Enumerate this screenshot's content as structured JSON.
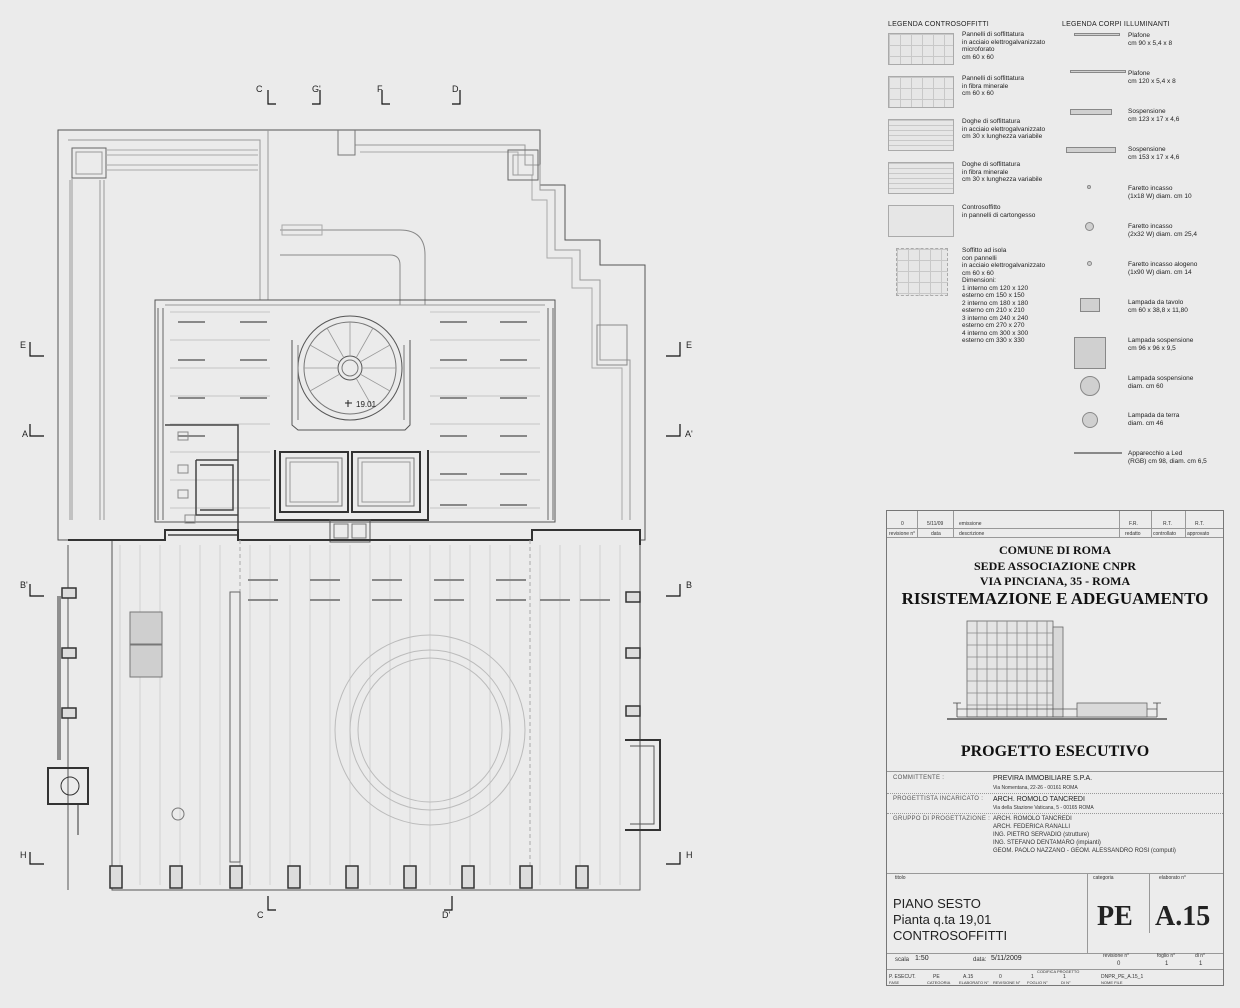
{
  "section_markers": {
    "top": [
      "C",
      "G'",
      "F",
      "D"
    ],
    "bottom": [
      "C",
      "D'"
    ],
    "left": [
      "E",
      "A",
      "B'",
      "H"
    ],
    "right": [
      "E",
      "A'",
      "B",
      "H"
    ]
  },
  "plan": {
    "level_label": "19.01"
  },
  "legend_ceilings": {
    "title": "LEGENDA CONTROSOFFITTI",
    "items": [
      {
        "text": "Pannelli di soffittatura\nin acciaio elettrogalvanizzato\nmicroforato\ncm 60 x 60"
      },
      {
        "text": "Pannelli di soffittatura\nin fibra minerale\ncm 60 x 60"
      },
      {
        "text": "Doghe di soffittatura\nin acciaio elettrogalvanizzato\ncm 30 x lunghezza variabile"
      },
      {
        "text": "Doghe di soffittatura\nin fibra minerale\ncm 30 x lunghezza variabile"
      },
      {
        "text": "Controsoffitto\nin pannelli di cartongesso"
      },
      {
        "text": "Soffitto ad isola\ncon pannelli\nin acciaio elettrogalvanizzato\ncm 60 x 60\nDimensioni:\n1   interno cm 120 x 120\n     esterno cm 150 x 150\n2   interno cm 180 x 180\n     esterno cm 210 x 210\n3   interno cm 240 x 240\n     esterno cm 270 x 270\n4   interno cm 300 x 300\n     esterno cm 330 x 330"
      }
    ]
  },
  "legend_lights": {
    "title": "LEGENDA CORPI ILLUMINANTI",
    "items": [
      {
        "text": "Plafone\ncm 90 x 5,4 x 8"
      },
      {
        "text": "Plafone\ncm 120 x 5,4 x 8"
      },
      {
        "text": "Sospensione\ncm 123 x 17 x 4,6"
      },
      {
        "text": "Sospensione\ncm 153 x 17 x 4,6"
      },
      {
        "text": "Faretto incasso\n(1x18 W) diam. cm 10"
      },
      {
        "text": "Faretto incasso\n(2x32 W) diam. cm 25,4"
      },
      {
        "text": "Faretto incasso alogeno\n(1x90 W) diam. cm 14"
      },
      {
        "text": "Lampada da tavolo\ncm 60 x 38,8 x 11,80"
      },
      {
        "text": "Lampada sospensione\ncm 96 x 96 x 9,5"
      },
      {
        "text": "Lampada sospensione\ndiam. cm 60"
      },
      {
        "text": "Lampada da terra\ndiam. cm 46"
      },
      {
        "text": "Apparecchio a Led\n(RGB) cm 98, diam. cm 6,5"
      }
    ]
  },
  "title_block": {
    "revision_row": {
      "num": "0",
      "date": "5/11/09",
      "desc": "emissione",
      "drawn": "F.R.",
      "checked": "R.T.",
      "approved": "R.T."
    },
    "revision_headers": {
      "num": "revisione n°",
      "date": "data",
      "desc": "descrizione",
      "drawn": "redatto",
      "checked": "controllato",
      "approved": "approvato"
    },
    "client_line1": "COMUNE DI ROMA",
    "client_line2": "SEDE ASSOCIAZIONE CNPR",
    "client_line3": "VIA PINCIANA, 35 - ROMA",
    "project_title": "RISISTEMAZIONE E ADEGUAMENTO",
    "phase": "PROGETTO ESECUTIVO",
    "committente_label": "COMMITTENTE :",
    "committente": "PREVIRA IMMOBILIARE S.P.A.",
    "committente_addr": "Via Nomentana, 22-26 - 00161 ROMA",
    "progettista_label": "PROGETTISTA INCARICATO :",
    "progettista": "ARCH. ROMOLO TANCREDI",
    "progettista_addr": "Via della Stazione Vaticana, 5 - 00165 ROMA",
    "gruppo_label": "GRUPPO DI PROGETTAZIONE :",
    "gruppo": [
      "ARCH. ROMOLO TANCREDI",
      "ARCH. FEDERICA RANALLI",
      "ING. PIETRO SERVADIO (strutture)",
      "ING. STEFANO DENTAMARO (impianti)",
      "GEOM. PAOLO NAZZANO - GEOM. ALESSANDRO ROSI (computi)"
    ],
    "titolo_label": "titolo",
    "categoria_label": "categoria",
    "elaborato_label": "elaborato n°",
    "titolo_1": "PIANO SESTO",
    "titolo_2": "Pianta q.ta 19,01",
    "titolo_3": "CONTROSOFFITTI",
    "categoria": "PE",
    "elaborato": "A.15",
    "scala_label": "scala",
    "scala": "1:50",
    "data_label": "data:",
    "data": "5/11/2009",
    "revisione_label": "revisione n°",
    "revisione": "0",
    "foglio_label": "foglio n°",
    "foglio": "1",
    "di_label": "di n°",
    "di": "1",
    "footer_row": [
      "P. ESECUT.",
      "PE",
      "A.15",
      "0",
      "1",
      "1",
      "DNPR_PE_A.15_1"
    ],
    "footer_labels": [
      "FASE",
      "CATEGORIA",
      "ELABORATO N°",
      "REVISIONE N°",
      "FOGLIO N°",
      "DI N°",
      "NOME FILE"
    ],
    "codifica_label": "CODIFICA PROGETTO"
  }
}
